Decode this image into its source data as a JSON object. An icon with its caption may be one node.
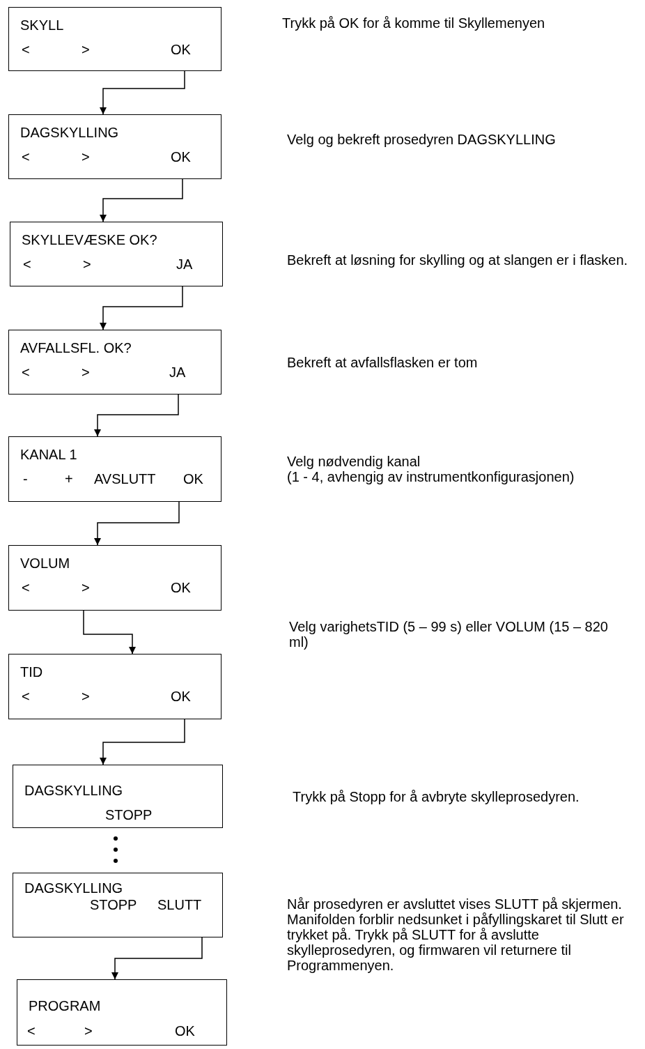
{
  "diagram": {
    "nodes": [
      {
        "text": [
          "SKYLL",
          "<",
          ">",
          "OK"
        ]
      },
      {
        "text": [
          "DAGSKYLLING",
          "<",
          ">",
          "OK"
        ]
      },
      {
        "text": [
          "SKYLLEVÆSKE OK?",
          "<",
          ">",
          "JA"
        ]
      },
      {
        "text": [
          "AVFALLSFL. OK?",
          "<",
          ">",
          "JA"
        ]
      },
      {
        "text": [
          "KANAL 1",
          "-",
          "+",
          "AVSLUTT",
          "OK"
        ]
      },
      {
        "text": [
          "VOLUM",
          "<",
          ">",
          "OK"
        ]
      },
      {
        "text": [
          "TID",
          "<",
          ">",
          "OK"
        ]
      },
      {
        "text": [
          "DAGSKYLLING",
          "STOPP"
        ]
      },
      {
        "text": [
          "DAGSKYLLING",
          "STOPP",
          "SLUTT"
        ]
      },
      {
        "text": [
          "PROGRAM",
          "<",
          ">",
          "OK"
        ]
      }
    ],
    "edges": [
      {
        "from": 0,
        "to": 1,
        "arrow": "to"
      },
      {
        "from": 1,
        "to": 2,
        "arrow": "to"
      },
      {
        "from": 2,
        "to": 3,
        "arrow": "to"
      },
      {
        "from": 3,
        "to": 4,
        "arrow": "to"
      },
      {
        "from": 4,
        "to": 5,
        "arrow": "to"
      },
      {
        "from": 5,
        "to": 6,
        "arrow": "to"
      },
      {
        "from": 6,
        "to": 7,
        "arrow": "to"
      },
      {
        "from": 8,
        "to": 9,
        "arrow": "to"
      }
    ],
    "labels": [
      "Trykk på OK for å komme til Skyllemenyen",
      "Velg og bekreft prosedyren DAGSKYLLING",
      "Bekreft at løsning for skylling og at slangen er i flasken.",
      "Bekreft at avfallsflasken er tom",
      "Velg nødvendig kanal",
      "(1 - 4, avhengig av instrumentkonfigurasjonen)",
      "Velg varighetsTID (5 – 99 s) eller VOLUM (15 – 820 ml)",
      "Trykk på Stopp for å avbryte skylleprosedyren.",
      "Når prosedyren er avsluttet vises SLUTT på skjermen. Manifolden forblir nedsunket i påfyllingskaret til Slutt er trykket på. Trykk på SLUTT for å avslutte skylleprosedyren, og firmwaren vil returnere til Programmenyen."
    ]
  }
}
